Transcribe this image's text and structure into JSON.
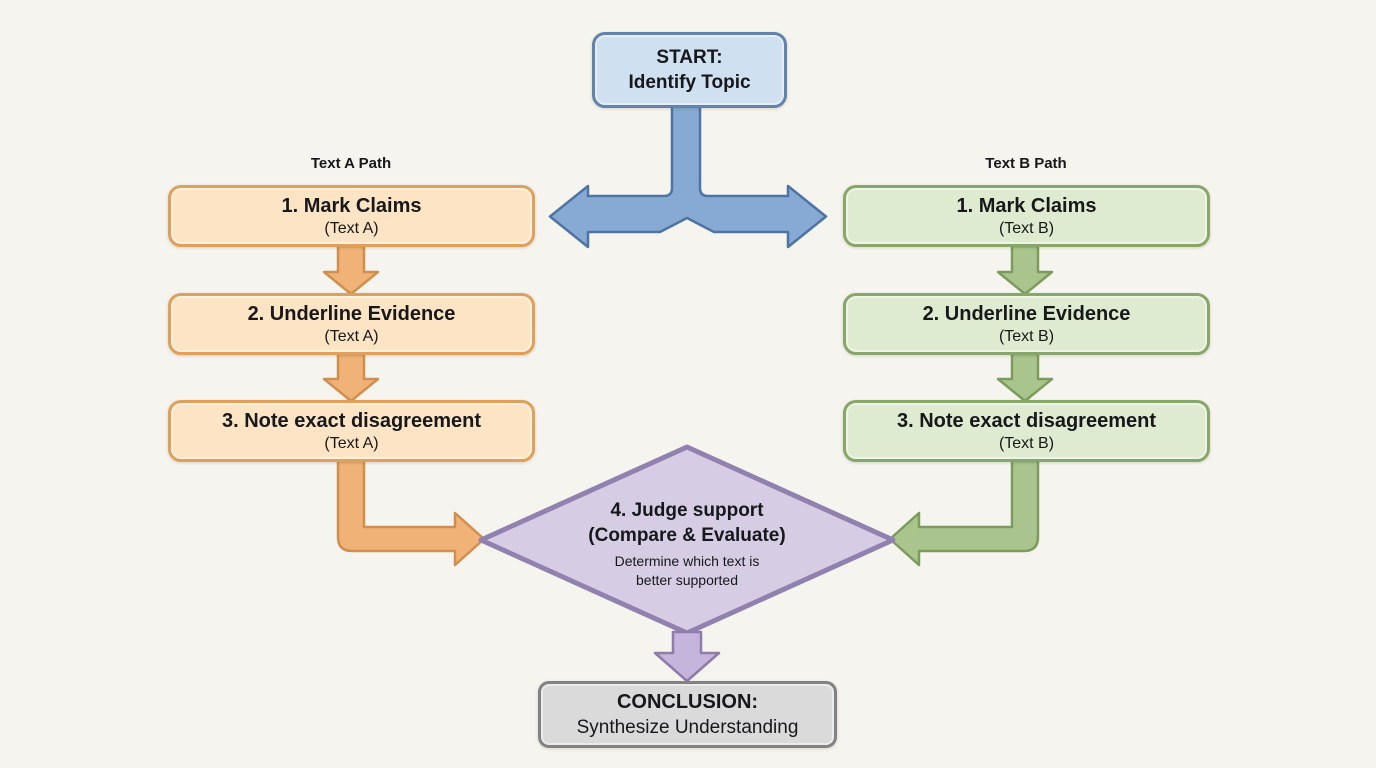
{
  "start": {
    "line1": "START:",
    "line2": "Identify Topic"
  },
  "path_a": {
    "label": "Text A Path",
    "steps": [
      {
        "title": "1. Mark Claims",
        "subtitle": "(Text A)"
      },
      {
        "title": "2. Underline Evidence",
        "subtitle": "(Text A)"
      },
      {
        "title": "3. Note exact disagreement",
        "subtitle": "(Text A)"
      }
    ]
  },
  "path_b": {
    "label": "Text B Path",
    "steps": [
      {
        "title": "1. Mark Claims",
        "subtitle": "(Text B)"
      },
      {
        "title": "2. Underline Evidence",
        "subtitle": "(Text B)"
      },
      {
        "title": "3. Note exact disagreement",
        "subtitle": "(Text B)"
      }
    ]
  },
  "decision": {
    "title_line1": "4. Judge support",
    "title_line2": "(Compare & Evaluate)",
    "subtitle_line1": "Determine which text is",
    "subtitle_line2": "better supported"
  },
  "conclusion": {
    "line1": "CONCLUSION:",
    "line2": "Synthesize Understanding"
  },
  "colors": {
    "bg": "#f6f4ee",
    "text": "#17181a",
    "blue-fill": "#cfe0f1",
    "blue-stroke": "#6084ac",
    "blue-arrow-fill": "#86aad3",
    "blue-arrow-stroke": "#4e74a3",
    "orange-fill": "#fce4c5",
    "orange-stroke": "#dfa05a",
    "orange-arrow-fill": "#f0b277",
    "orange-arrow-stroke": "#d18f4e",
    "green-fill": "#dfebd0",
    "green-stroke": "#87a768",
    "green-arrow-fill": "#a9c58d",
    "green-arrow-stroke": "#7c9c5e",
    "purple-fill": "#d6cde5",
    "purple-stroke": "#9081af",
    "purple-arrow-fill": "#c5b4db",
    "purple-arrow-stroke": "#8f7bac",
    "gray-fill": "#dadada",
    "gray-stroke": "#828282"
  }
}
